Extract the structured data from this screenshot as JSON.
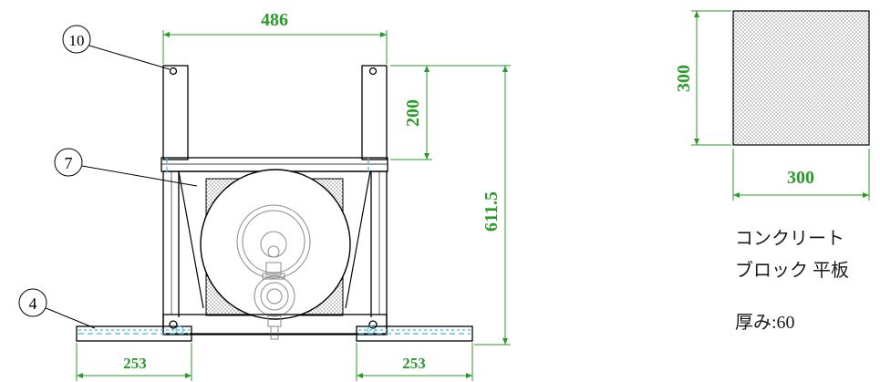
{
  "dimensions": {
    "width_top": "486",
    "height_upper": "200",
    "height_total": "611.5",
    "foot_left": "253",
    "foot_right": "253",
    "block_height": "300",
    "block_width": "300"
  },
  "balloons": {
    "b10": "10",
    "b7": "7",
    "b4": "4"
  },
  "note": {
    "line1": "コンクリート",
    "line2": "ブロック 平板",
    "thickness": "厚み:60"
  },
  "colors": {
    "dimension": "#2a9a2a",
    "line": "#000000",
    "hidden": "#3fb6e0",
    "hatch": "#bdbdbd"
  }
}
